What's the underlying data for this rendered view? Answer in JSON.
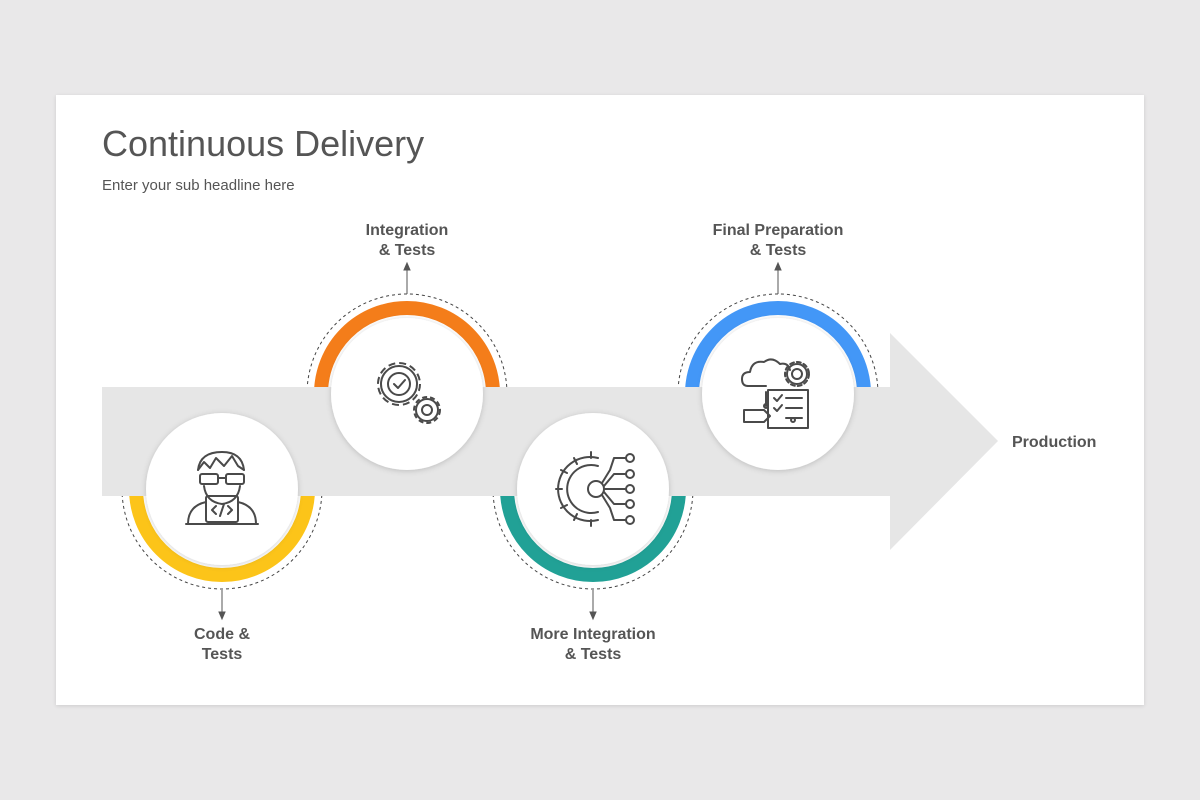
{
  "slide": {
    "title": "Continuous Delivery",
    "subtitle": "Enter your sub headline here"
  },
  "steps": [
    {
      "line1": "Code &",
      "line2": "Tests",
      "color": "#fcc419",
      "icon": "developer-icon"
    },
    {
      "line1": "Integration",
      "line2": "& Tests",
      "color": "#f47d1a",
      "icon": "gears-check-icon"
    },
    {
      "line1": "More Integration",
      "line2": "& Tests",
      "color": "#21a196",
      "icon": "gear-circuit-icon"
    },
    {
      "line1": "Final Preparation",
      "line2": "& Tests",
      "color": "#4397f7",
      "icon": "cloud-checklist-icon"
    }
  ],
  "endpoint": {
    "label": "Production"
  },
  "colors": {
    "arrow": "#e6e6e6",
    "text": "#555555",
    "background": "#e9e8e9"
  }
}
